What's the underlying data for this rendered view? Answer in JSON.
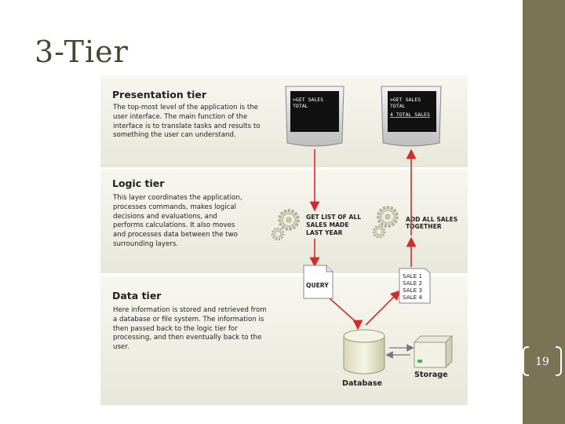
{
  "slide": {
    "title": "3-Tier",
    "page_number": "19"
  },
  "diagram": {
    "presentation": {
      "heading": "Presentation tier",
      "description": "The top-most level of the application is the user interface. The main function of the interface is to translate tasks and results to something the user can understand.",
      "screen_left": [
        ">GET SALES",
        " TOTAL"
      ],
      "screen_right": [
        ">GET SALES",
        " TOTAL",
        "4 TOTAL SALES"
      ]
    },
    "logic": {
      "heading": "Logic tier",
      "description": "This layer coordinates the application, processes commands, makes logical decisions and evaluations, and performs calculations. It also moves and processes data between the two surrounding layers.",
      "action_left": [
        "GET LIST OF ALL",
        "SALES MADE",
        "LAST YEAR"
      ],
      "action_right": [
        "ADD ALL SALES",
        "TOGETHER"
      ]
    },
    "data": {
      "heading": "Data tier",
      "description": "Here information is stored and retrieved from a database or file system. The information is then passed back to the logic tier for processing, and then eventually back to the user.",
      "query_label": "QUERY",
      "sales_list": [
        "SALE 1",
        "SALE 2",
        "SALE 3",
        "SALE 4"
      ],
      "database_label": "Database",
      "storage_label": "Storage"
    },
    "colors": {
      "arrow": "#d42a2a",
      "band": "#ebebdf",
      "screen": "#111111",
      "sidebar": "#7b7355"
    }
  }
}
